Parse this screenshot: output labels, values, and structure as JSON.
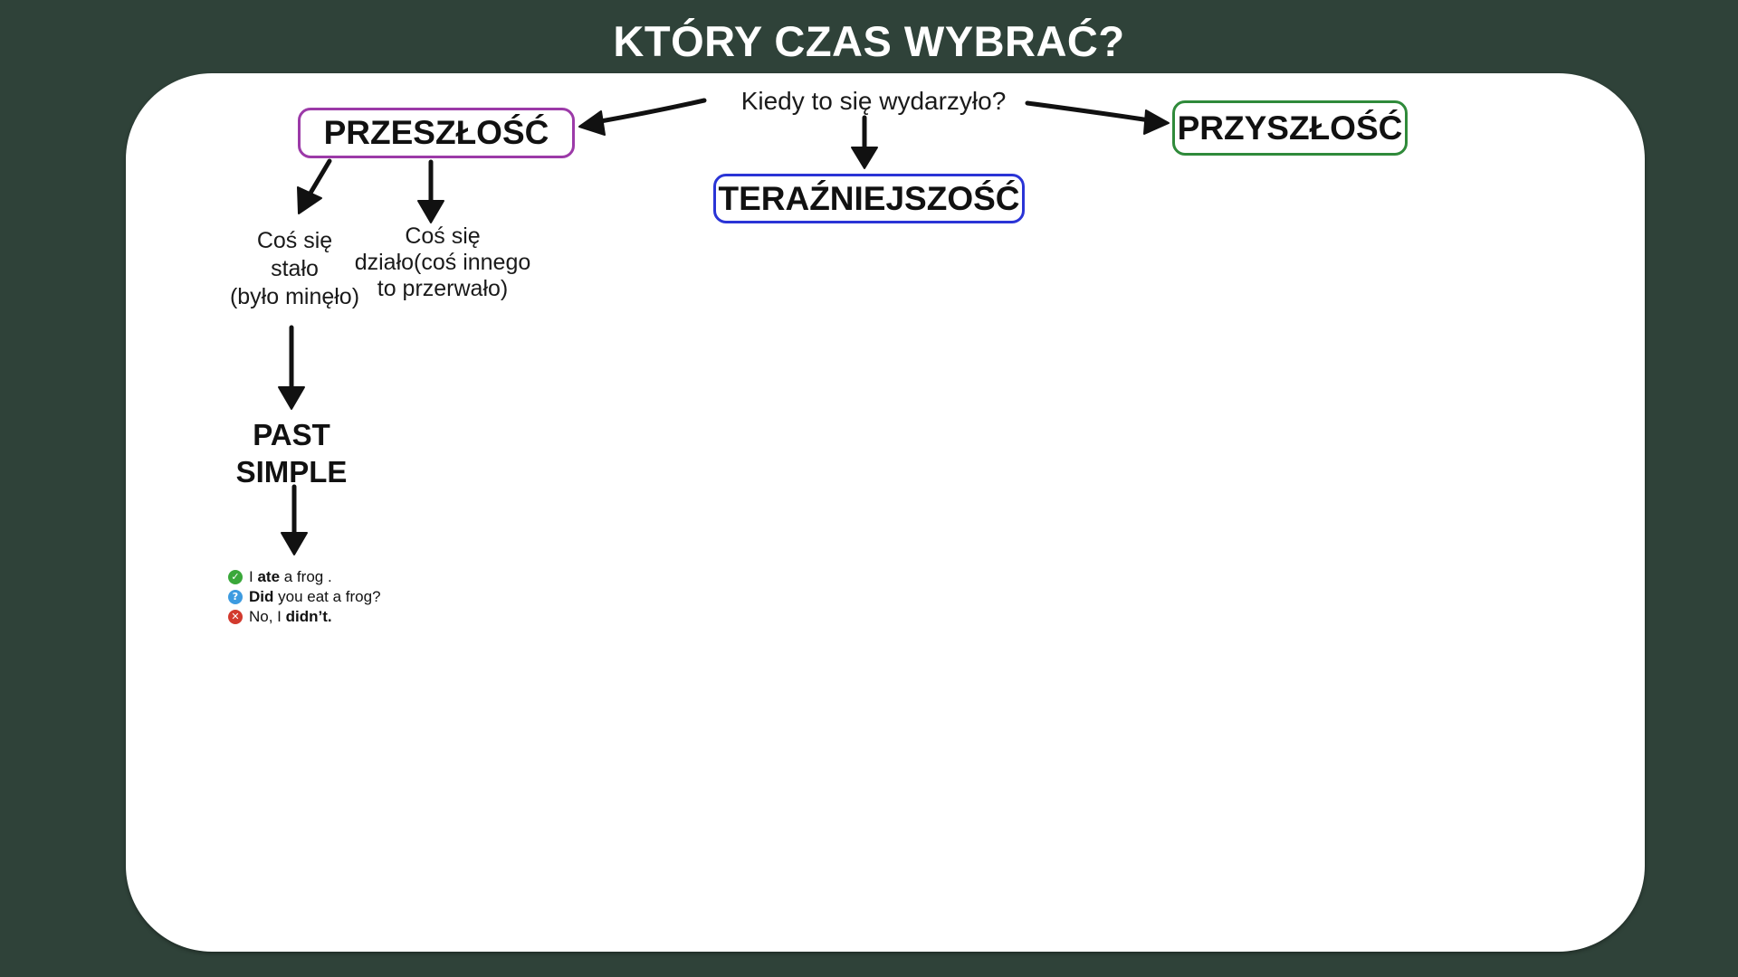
{
  "title": "KTÓRY CZAS WYBRAĆ?",
  "question": "Kiedy to się wydarzyło?",
  "tenses": {
    "past": {
      "label": "PRZESZŁOŚĆ",
      "color": "#9c3aa8"
    },
    "present": {
      "label": "TERAŹNIEJSZOŚĆ",
      "color": "#2a34d6"
    },
    "future": {
      "label": "PRZYSZŁOŚĆ",
      "color": "#2f8a3a"
    }
  },
  "past_branches": {
    "branch_1": [
      "Coś się",
      "stało",
      "(było minęło)"
    ],
    "branch_2": [
      "Coś się",
      "działo(coś innego",
      "to przerwało)"
    ]
  },
  "result": {
    "line1": "PAST",
    "line2": "SIMPLE"
  },
  "examples": {
    "affirmative": {
      "icon": "check-circle-icon",
      "pre": "I ",
      "bold": "ate",
      "post": " a frog ."
    },
    "question": {
      "icon": "question-circle-icon",
      "pre": "",
      "bold": "Did",
      "post": " you eat a frog?"
    },
    "negative": {
      "icon": "cross-circle-icon",
      "pre": "No, I ",
      "bold": "didn’t.",
      "post": ""
    }
  }
}
